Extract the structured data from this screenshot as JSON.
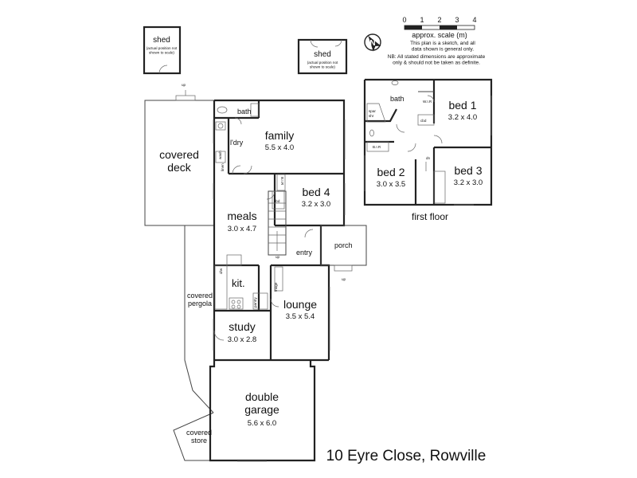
{
  "address": "10 Eyre Close, Rowville",
  "scale": {
    "title": "approx. scale (m)",
    "ticks": [
      "0",
      "1",
      "2",
      "3",
      "4"
    ],
    "note": [
      "This plan is a sketch, and all",
      "data shown is general only.",
      "NB: All stated dimensions are approximate",
      "only & should not be taken as definite."
    ]
  },
  "compass": "N",
  "sheds": [
    {
      "label": "shed",
      "note": [
        "(actual position not",
        "shown to scale)"
      ]
    },
    {
      "label": "shed",
      "note": [
        "(actual position not",
        "shown to scale)"
      ]
    }
  ],
  "ground_floor": {
    "rooms": {
      "family": {
        "name": "family",
        "dim": "5.5 x 4.0"
      },
      "bed4": {
        "name": "bed 4",
        "dim": "3.2 x 3.0"
      },
      "meals": {
        "name": "meals",
        "dim": "3.0 x 4.7"
      },
      "lounge": {
        "name": "lounge",
        "dim": "3.5 x 5.4"
      },
      "study": {
        "name": "study",
        "dim": "3.0 x 2.8"
      },
      "garage": {
        "name": [
          "double",
          "garage"
        ],
        "dim": "5.6 x 6.0"
      }
    },
    "labels": {
      "covered_deck": [
        "covered",
        "deck"
      ],
      "covered_pergola": [
        "covered",
        "pergola"
      ],
      "covered_store": [
        "covered",
        "store"
      ],
      "bath": "bath",
      "ldry": "l'dry",
      "kit": "kit.",
      "entry": "entry",
      "porch": "porch",
      "cbd": "cbd",
      "bir": "B.I.R",
      "pantry": "pantry",
      "fridge": "fridge",
      "dishwasher": "d/w",
      "wash": "wash",
      "linen": "linen",
      "up": "up"
    }
  },
  "first_floor": {
    "title": "first floor",
    "rooms": {
      "bed1": {
        "name": "bed 1",
        "dim": "3.2 x 4.0"
      },
      "bed2": {
        "name": "bed 2",
        "dim": "3.0 x 3.5"
      },
      "bed3": {
        "name": "bed 3",
        "dim": "3.2 x 3.0"
      }
    },
    "labels": {
      "bath": "bath",
      "wir": "W.I.R",
      "cbd": "cbd",
      "bir": "B.I.R",
      "spar_shr": [
        "spar",
        "shr"
      ],
      "dn": "dn"
    }
  }
}
